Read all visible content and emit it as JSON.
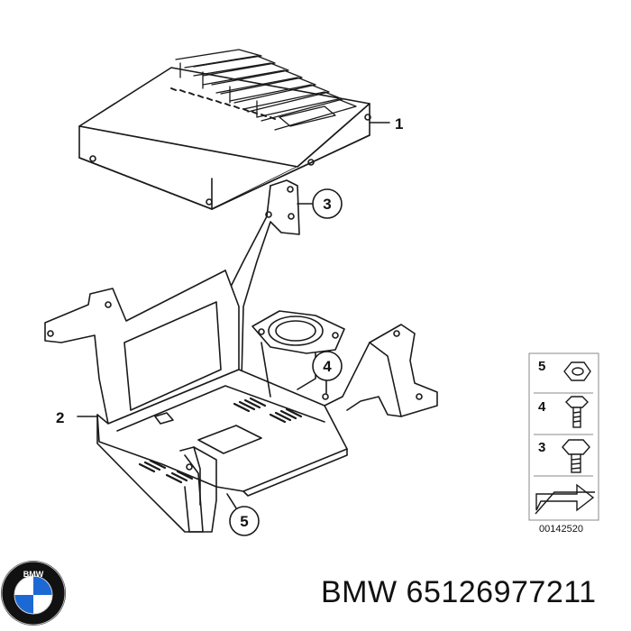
{
  "callouts": {
    "c1": "1",
    "c2": "2",
    "c3": "3",
    "c4": "4",
    "c5": "5"
  },
  "legend": {
    "row5": "5",
    "row4": "4",
    "row3": "3"
  },
  "reference_number": "00142520",
  "footer": {
    "brand": "BMW",
    "part_number": "65126977211",
    "logo_text": "BMW"
  },
  "colors": {
    "line": "#1a1a1a",
    "logo_blue": "#1c69d4",
    "logo_ring": "#111111"
  }
}
